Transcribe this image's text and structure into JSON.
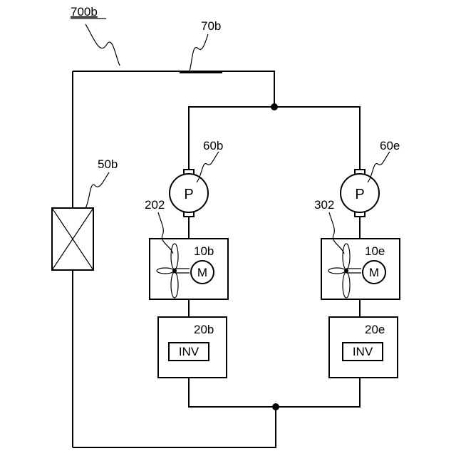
{
  "labels": {
    "system": "700b",
    "pipe": "70b",
    "valve": "50b",
    "pump_left": "60b",
    "pump_right": "60e",
    "fan_left": "202",
    "fan_right": "302",
    "motor_unit_left": "10b",
    "motor_unit_right": "10e",
    "inverter_unit_left": "20b",
    "inverter_unit_right": "20e"
  },
  "symbols": {
    "pump": "P",
    "motor": "M",
    "inverter": "INV"
  }
}
